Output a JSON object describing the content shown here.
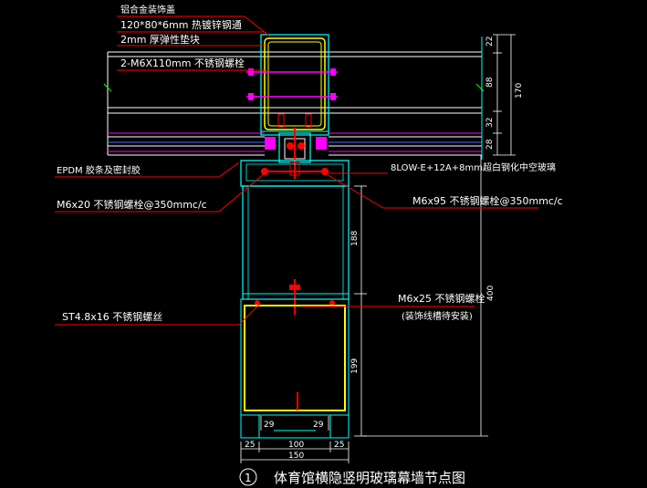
{
  "labels": {
    "aluminum_cover": "铝合金装饰盖",
    "steel_tube": "120*80*6mm 热镀锌钢通",
    "isolation_pad": "2mm 厚弹性垫块",
    "bolts_top": "2-M6X110mm 不锈钢螺栓",
    "epdm": "EPDM 胶条及密封胶",
    "glass": "8LOW-E+12A+8mm超白钢化中空玻璃",
    "bolt_m6x20": "M6x20 不锈钢螺栓@350mmc/c",
    "bolt_m6x95": "M6x95 不锈钢螺栓@350mmc/c",
    "bolt_m6x25": "M6x25 不锈钢螺栓",
    "bolt_m6x25_note": "(装饰线槽待安装)",
    "screw_st48": "ST4.8x16 不锈钢螺丝"
  },
  "dims": {
    "d22": "22",
    "d88": "88",
    "d32": "32",
    "d28": "28",
    "d170": "170",
    "d188": "188",
    "d400": "400",
    "d199": "199",
    "d29a": "29",
    "d29b": "29",
    "d25a": "25",
    "d100": "100",
    "d25b": "25",
    "d150": "150"
  },
  "title": {
    "number": "1",
    "text": "体育馆横隐竖明玻璃幕墙节点图"
  },
  "colors": {
    "cyan": "#00FFFF",
    "yellow": "#FFFF00",
    "red": "#FF0000",
    "white": "#FFFFFF",
    "magenta": "#FF00FF",
    "green": "#00FF00",
    "blue": "#3F6FFF"
  }
}
